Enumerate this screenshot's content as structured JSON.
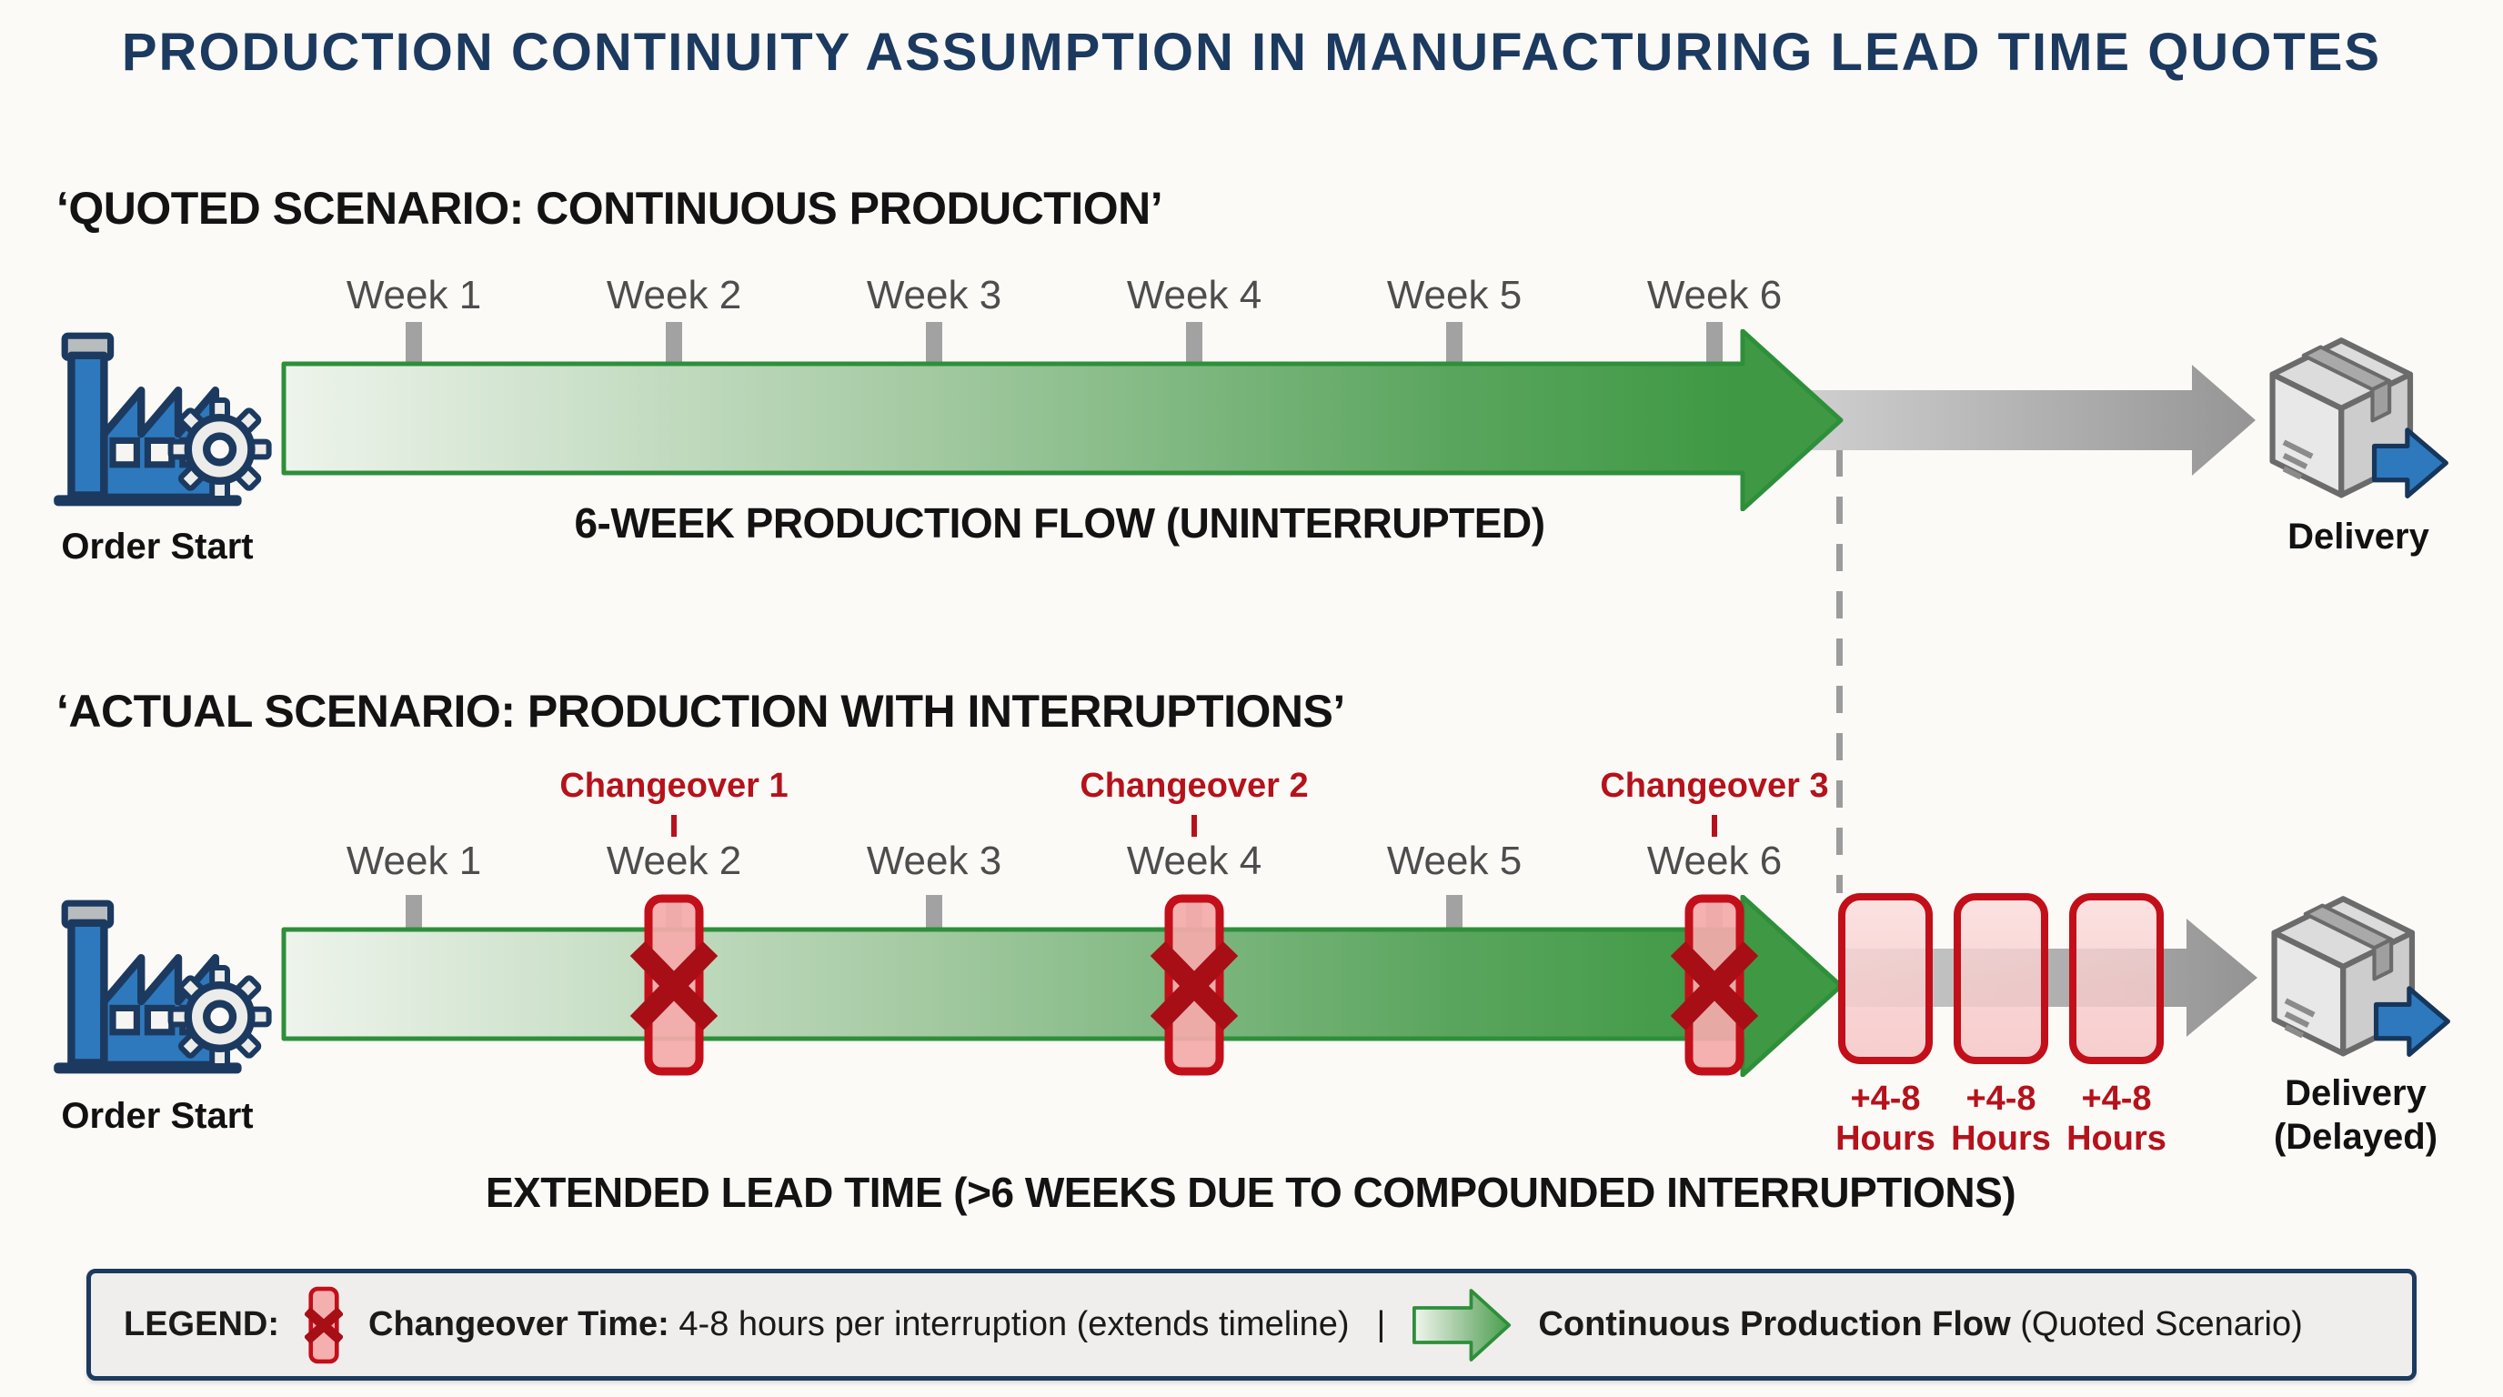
{
  "title": "PRODUCTION CONTINUITY ASSUMPTION IN MANUFACTURING LEAD TIME QUOTES",
  "weeks": [
    "Week 1",
    "Week 2",
    "Week 3",
    "Week 4",
    "Week 5",
    "Week 6"
  ],
  "quoted": {
    "heading": "‘QUOTED SCENARIO: CONTINUOUS PRODUCTION’",
    "start_label": "Order Start",
    "end_label": "Delivery",
    "caption": "6-WEEK PRODUCTION FLOW (UNINTERRUPTED)"
  },
  "actual": {
    "heading": "‘ACTUAL SCENARIO: PRODUCTION WITH INTERRUPTIONS’",
    "start_label": "Order Start",
    "end_label_line1": "Delivery",
    "end_label_line2": "(Delayed)",
    "changeovers": [
      "Changeover 1",
      "Changeover 2",
      "Changeover 3"
    ],
    "delays": [
      {
        "line1": "+4-8",
        "line2": "Hours"
      },
      {
        "line1": "+4-8",
        "line2": "Hours"
      },
      {
        "line1": "+4-8",
        "line2": "Hours"
      }
    ],
    "caption": "EXTENDED LEAD TIME (>6 WEEKS DUE TO COMPOUNDED INTERRUPTIONS)"
  },
  "legend": {
    "label": "LEGEND:",
    "changeover_term": "Changeover Time:",
    "changeover_desc": " 4-8 hours per interruption (extends timeline)",
    "separator": "|",
    "flow_term": "Continuous Production Flow",
    "flow_desc": " (Quoted Scenario)"
  },
  "icons": {
    "factory": "factory-icon",
    "package": "package-delivery-icon",
    "changeover_marker": "changeover-x-marker-icon",
    "flow_arrow": "green-flow-arrow-icon",
    "delay_arrow": "gray-delay-arrow-icon"
  },
  "colors": {
    "title_navy": "#1c3a5f",
    "production_green": "#3f9944",
    "green_stroke": "#2e8f3a",
    "interruption_red_border": "#c20f1a",
    "red_text": "#b5121b",
    "pink_fill": "#f3a8a8",
    "gray_arrow": "#9a9a9a",
    "factory_blue": "#2e79bd",
    "background": "#fbfaf7",
    "legend_bg": "#efeeec"
  }
}
